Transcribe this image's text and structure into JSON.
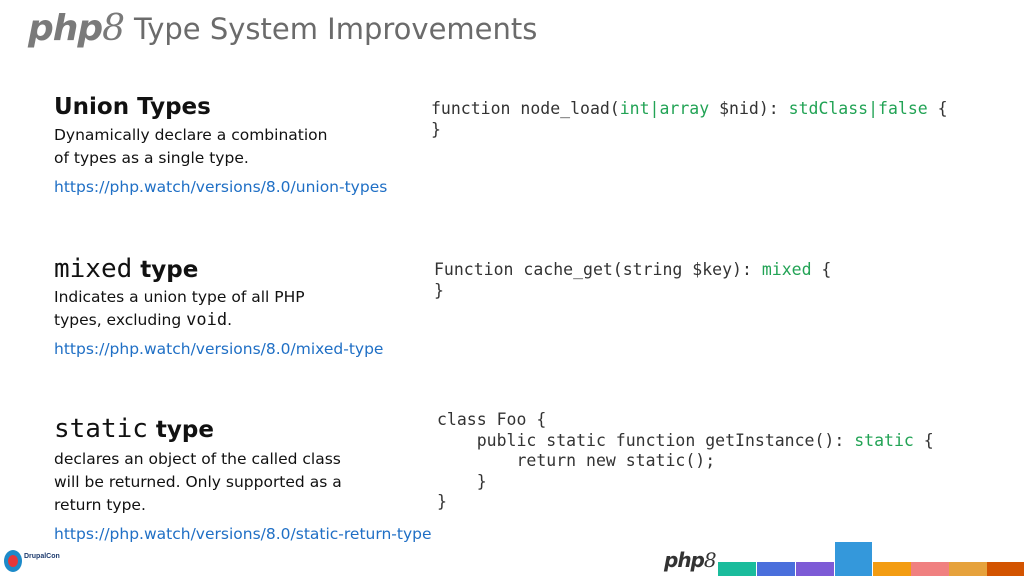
{
  "header": {
    "logo_text": "php",
    "logo_version": "8",
    "title": "Type System Improvements"
  },
  "sections": [
    {
      "title": "Union Types",
      "desc_line1": "Dynamically declare a combination",
      "desc_line2": "of types as a single type.",
      "link": "https://php.watch/versions/8.0/union-types",
      "code": {
        "l1_pre": "function node_load(",
        "l1_types": "int|array",
        "l1_mid": " $nid): ",
        "l1_ret": "stdClass|false",
        "l1_post": " {",
        "l2": "}"
      }
    },
    {
      "title_kw": "mixed",
      "title_rest": " type",
      "desc_line1": "Indicates a union type of all PHP",
      "desc_line2_pre": "types, excluding ",
      "desc_line2_code": "void",
      "desc_line2_post": ".",
      "link": "https://php.watch/versions/8.0/mixed-type",
      "code": {
        "l1_pre": "Function cache_get(string $key): ",
        "l1_ret": "mixed",
        "l1_post": " {",
        "l2": "}"
      }
    },
    {
      "title_kw": "static",
      "title_rest": " type",
      "desc_line1": "declares an object of the called class",
      "desc_line2": "will be returned. Only supported as a",
      "desc_line3": "return type.",
      "link": "https://php.watch/versions/8.0/static-return-type",
      "code": {
        "l1": "class Foo {",
        "l2_pre": "    public static function getInstance(): ",
        "l2_ret": "static",
        "l2_post": " {",
        "l3": "        return new static();",
        "l4": "    }",
        "l5": "}"
      }
    }
  ],
  "footer": {
    "logo_text": "php",
    "logo_version": "8",
    "event_logo_text": "DrupalCon",
    "bar_colors": [
      "#1abc9c",
      "#4a6fdc",
      "#7d5bd6",
      "#9b59b6",
      "#3498db",
      "#f39c12",
      "#f08080",
      "#e6a23c",
      "#e67e22",
      "#d35400"
    ]
  }
}
